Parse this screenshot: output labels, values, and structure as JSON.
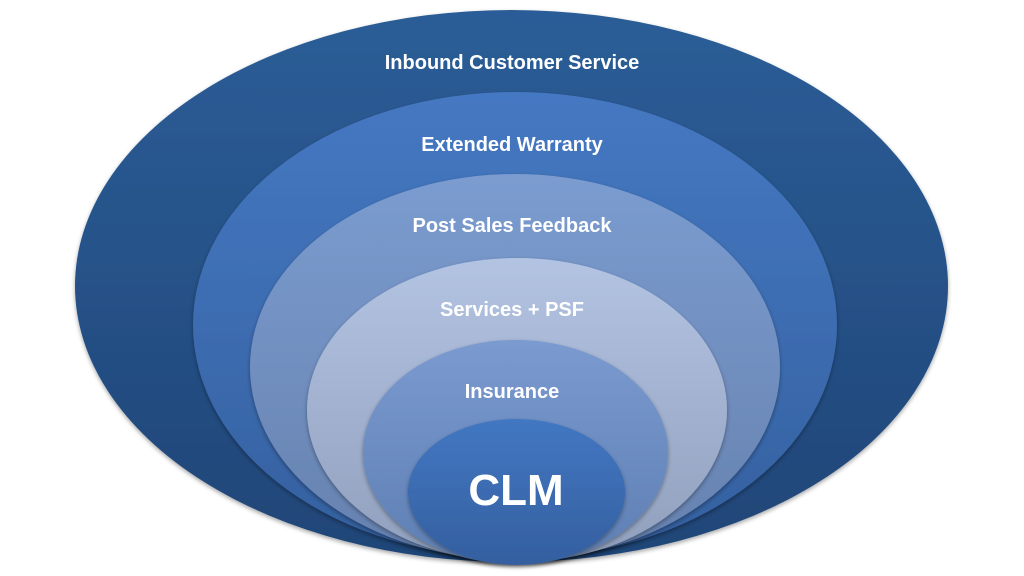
{
  "diagram": {
    "type": "nested-ellipses",
    "layers": [
      {
        "label": "Inbound Customer Service",
        "color_top": "#2c5d97",
        "color_bottom": "#1f4577"
      },
      {
        "label": "Extended Warranty",
        "color_top": "#4578c2",
        "color_bottom": "#34609f"
      },
      {
        "label": "Post Sales Feedback",
        "color_top": "#7b9cd0",
        "color_bottom": "#6681ae"
      },
      {
        "label": "Services + PSF",
        "color_top": "#b3c3e2",
        "color_bottom": "#8f9fbc"
      },
      {
        "label": "Insurance",
        "color_top": "#7a9ad0",
        "color_bottom": "#5e7fb3"
      },
      {
        "label": "CLM",
        "color_top": "#4277c2",
        "color_bottom": "#345f9f"
      }
    ]
  }
}
